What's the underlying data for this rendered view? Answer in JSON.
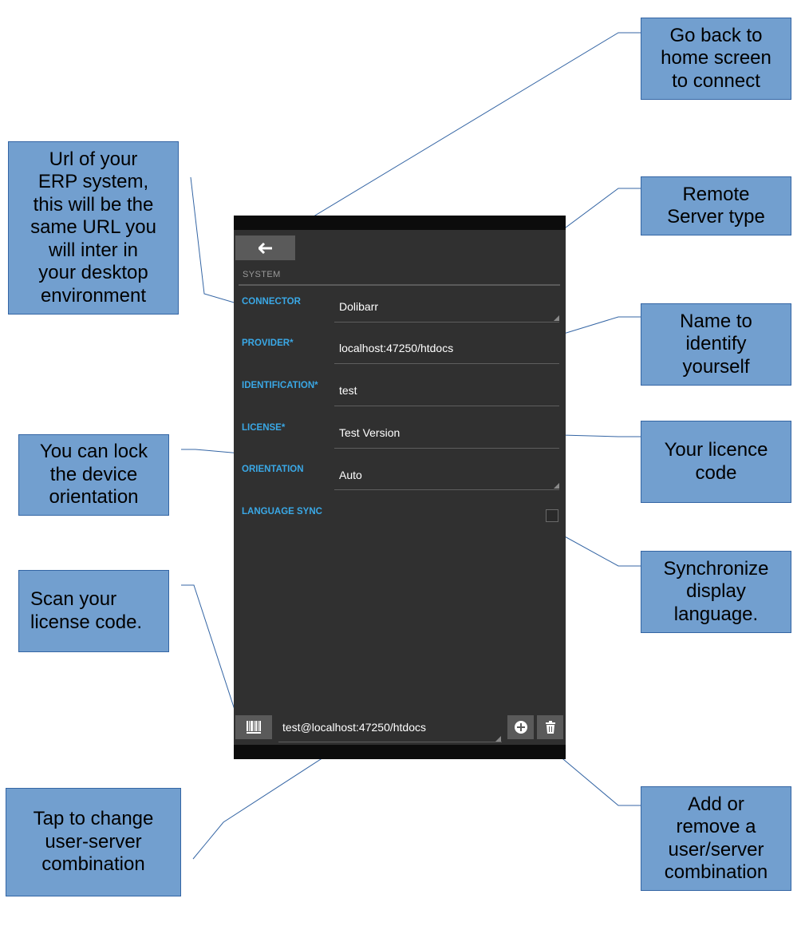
{
  "app": {
    "back_icon": "arrow-left-icon",
    "section_title": "SYSTEM",
    "fields": [
      {
        "label": "CONNECTOR",
        "value": "Dolibarr",
        "kind": "select"
      },
      {
        "label": "PROVIDER*",
        "value": "localhost:47250/htdocs",
        "kind": "text"
      },
      {
        "label": "IDENTIFICATION*",
        "value": "test",
        "kind": "text"
      },
      {
        "label": "LICENSE*",
        "value": "Test Version",
        "kind": "text"
      },
      {
        "label": "ORIENTATION",
        "value": "Auto",
        "kind": "select"
      },
      {
        "label": "LANGUAGE SYNC",
        "value": "",
        "kind": "checkbox",
        "checked": false
      }
    ],
    "bottom": {
      "scan_icon": "barcode-icon",
      "combination_value": "test@localhost:47250/htdocs",
      "add_icon": "plus-circle-icon",
      "delete_icon": "trash-icon"
    },
    "colors": {
      "label": "#3aa8e6",
      "panel": "#303030",
      "button": "#5a5a5a"
    }
  },
  "callouts": {
    "back": "Go back to\nhome screen\nto connect",
    "url": "Url of your\nERP system,\nthis will be the\nsame URL you\nwill inter in\nyour desktop\nenvironment",
    "server_type": "Remote\nServer type",
    "name": "Name to\nidentify\nyourself",
    "licence": "Your licence\ncode",
    "orientation": "You can lock\nthe device\norientation",
    "sync": "Synchronize\ndisplay\nlanguage.",
    "scan": "Scan your\nlicense code.",
    "combination": "Tap to change\nuser-server\ncombination",
    "add_remove": "Add or\nremove a\nuser/server\ncombination"
  },
  "colors": {
    "callout_fill": "#729fcf",
    "callout_border": "#3465a4",
    "leader_line": "#3465a4"
  }
}
